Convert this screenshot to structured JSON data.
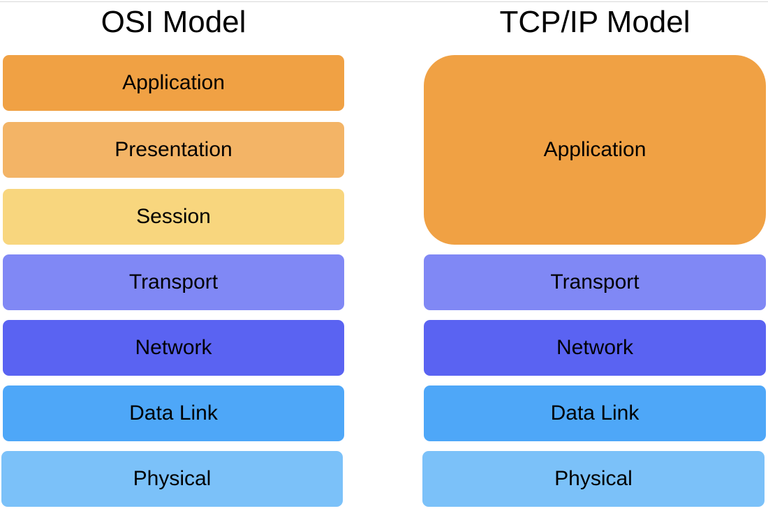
{
  "osi_model": {
    "title": "OSI Model",
    "layers": [
      {
        "label": "Application",
        "color": "#F0A144"
      },
      {
        "label": "Presentation",
        "color": "#F3B466"
      },
      {
        "label": "Session",
        "color": "#F8D67E"
      },
      {
        "label": "Transport",
        "color": "#8088F5"
      },
      {
        "label": "Network",
        "color": "#5A63F2"
      },
      {
        "label": "Data Link",
        "color": "#4EA7F8"
      },
      {
        "label": "Physical",
        "color": "#7BC1F9"
      }
    ]
  },
  "tcp_ip_model": {
    "title": "TCP/IP Model",
    "layers": [
      {
        "label": "Application",
        "color": "#F0A144"
      },
      {
        "label": "Transport",
        "color": "#8088F5"
      },
      {
        "label": "Network",
        "color": "#5A63F2"
      },
      {
        "label": "Data Link",
        "color": "#4EA7F8"
      },
      {
        "label": "Physical",
        "color": "#7BC1F9"
      }
    ]
  }
}
